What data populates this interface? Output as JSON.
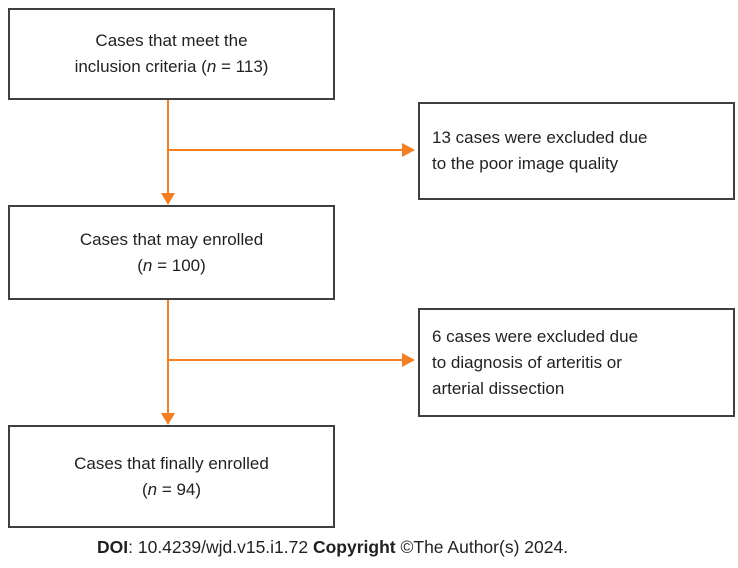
{
  "colors": {
    "arrow_orange": "#F57E20",
    "box_border": "#3F3F3F",
    "text": "#231F20"
  },
  "boxes": {
    "inclusion": {
      "line1": "Cases that meet the",
      "line2_pre": "inclusion criteria (",
      "n": "n",
      "line2_post": " = 113)"
    },
    "may_enrolled": {
      "line1": "Cases that may enrolled",
      "line2_pre": "(",
      "n": "n",
      "line2_post": " = 100)"
    },
    "finally_enrolled": {
      "line1": "Cases that finally enrolled",
      "line2_pre": "(",
      "n": "n",
      "line2_post": " = 94)"
    },
    "excluded_quality": {
      "lines": [
        "13 cases were excluded due",
        "to the poor image quality"
      ]
    },
    "excluded_arteritis": {
      "lines": [
        "6 cases were excluded due",
        "to diagnosis of arteritis or",
        "arterial dissection"
      ]
    }
  },
  "footer": {
    "doi_label": "DOI",
    "doi_value": ": 10.4239/wjd.v15.i1.72 ",
    "copyright_label": "Copyright",
    "copyright_value": " ©The Author(s) 2024."
  }
}
